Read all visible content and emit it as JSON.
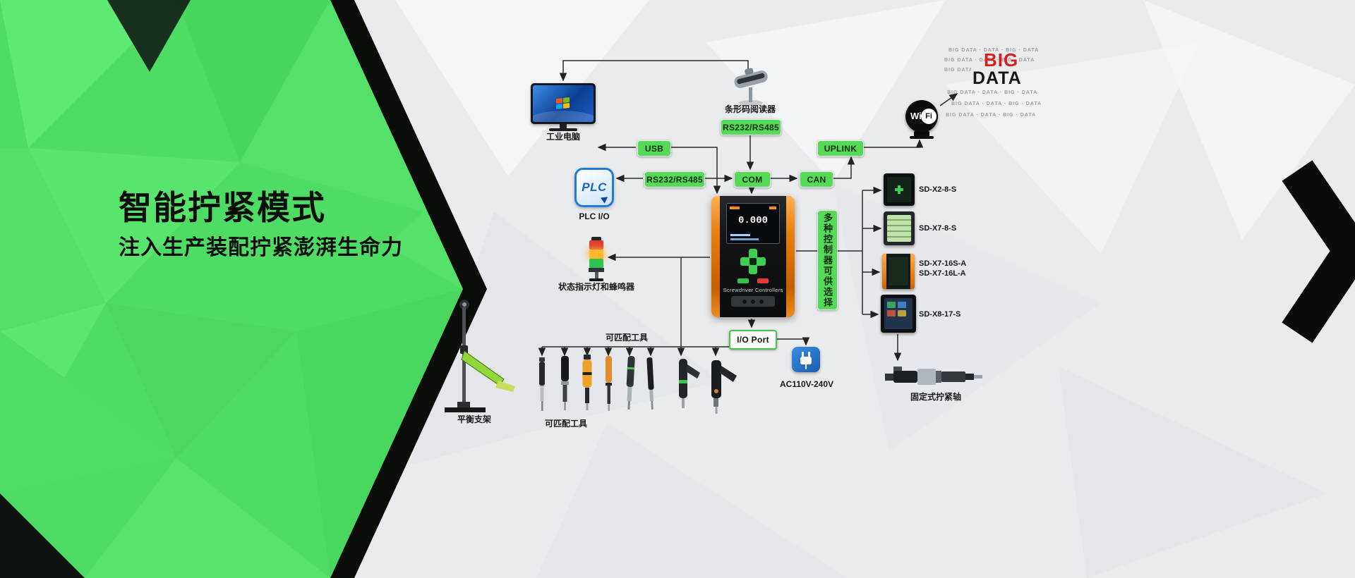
{
  "hero": {
    "title": "智能拧紧模式",
    "subtitle": "注入生产装配拧紧澎湃生命力"
  },
  "nodes": {
    "industrial_pc": "工业电脑",
    "barcode_reader": "条形码阅读器",
    "scanner_iface": "RS232/RS485",
    "usb": "USB",
    "uplink": "UPLINK",
    "rs232": "RS232/RS485",
    "com": "COM",
    "can": "CAN",
    "plc_abbr": "PLC",
    "plc_io": "PLC I/O",
    "status_tower": "状态指示灯和蜂鸣器",
    "multi_controller": "多种控制器可供选择",
    "io_port": "I/O Port",
    "ac_power": "AC110V-240V",
    "tools_label_top": "可匹配工具",
    "tools_label_bottom": "可匹配工具",
    "balance_stand": "平衡支架",
    "fixed_axis": "固定式拧紧轴"
  },
  "controller": {
    "brand": "Screwdriver Controllers",
    "reading": "0.000"
  },
  "devices": [
    {
      "model": "SD-X2-8-S"
    },
    {
      "model": "SD-X7-8-S"
    },
    {
      "model": "SD-X7-16S-A",
      "model2": "SD-X7-16L-A"
    },
    {
      "model": "SD-X8-17-S"
    }
  ],
  "wifi": {
    "wi": "Wi",
    "fi": "Fi"
  },
  "cloud": {
    "big": "BIG",
    "data": "DATA",
    "texture": "BIG DATA · DATA · BIG · DATA BIG · DATA · BIG DATA · DATA"
  }
}
